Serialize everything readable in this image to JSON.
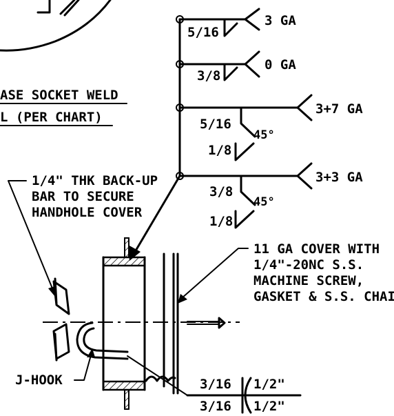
{
  "weld_notes": {
    "socket_weld_line1": "ASE SOCKET WELD",
    "socket_weld_line2": "L (PER CHART)"
  },
  "weld_symbols": [
    {
      "size": "5/16",
      "ga": "3 GA"
    },
    {
      "size": "3/8",
      "ga": "0 GA"
    },
    {
      "size_top": "5/16",
      "size_bottom": "1/8",
      "angle": "45°",
      "ga": "3+7 GA"
    },
    {
      "size_top": "3/8",
      "size_bottom": "1/8",
      "angle": "45°",
      "ga": "3+3 GA"
    }
  ],
  "callouts": {
    "backup_bar": [
      "1/4\" THK BACK-UP",
      "BAR TO SECURE",
      "HANDHOLE COVER"
    ],
    "cover": [
      "11 GA COVER WITH",
      "1/4\"-20NC S.S.",
      "MACHINE SCREW,",
      "GASKET & S.S. CHAIN"
    ],
    "j_hook": "J-HOOK"
  },
  "bottom_weld": {
    "top_left": "3/16",
    "bottom_left": "3/16",
    "top_right": "1/2\"",
    "bottom_right": "1/2\""
  }
}
